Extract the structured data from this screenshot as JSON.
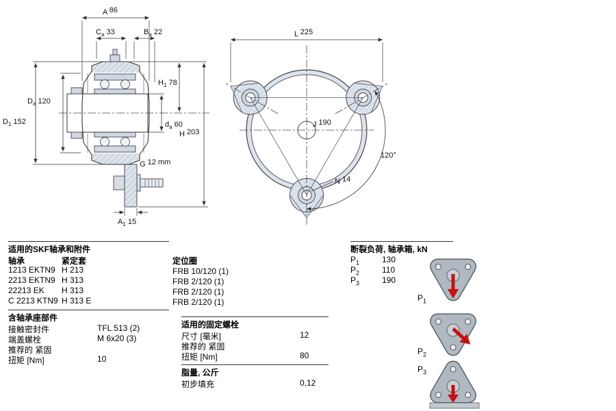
{
  "colors": {
    "metal_fill": "#dce3eb",
    "drawing_line": "#333333",
    "arrow_red": "#c41212",
    "icon_gray": "#b0b8c1"
  },
  "dims": {
    "A": {
      "letter": "A",
      "sub": "",
      "value": " 86"
    },
    "Ca": {
      "letter": "C",
      "sub": "a",
      "value": " 33"
    },
    "Ba": {
      "letter": "B",
      "sub": "a",
      "value": " 22"
    },
    "H1": {
      "letter": "H",
      "sub": "1",
      "value": " 78"
    },
    "Da": {
      "letter": "D",
      "sub": "a",
      "value": " 120"
    },
    "D1": {
      "letter": "D",
      "sub": "1",
      "value": " 152"
    },
    "da": {
      "letter": "d",
      "sub": "a",
      "value": " 60"
    },
    "H": {
      "letter": "H",
      "sub": "",
      "value": " 203"
    },
    "G": {
      "letter": "G",
      "sub": "",
      "value": " 12 mm"
    },
    "A1": {
      "letter": "A",
      "sub": "1",
      "value": " 15"
    },
    "L": {
      "letter": "L",
      "sub": "",
      "value": " 225"
    },
    "J": {
      "letter": "J",
      "sub": "",
      "value": " 190"
    },
    "N": {
      "letter": "N",
      "sub": "",
      "value": " 14"
    },
    "angle": "120°"
  },
  "tables": {
    "bearings": {
      "title": "适用的SKF轴承和附件",
      "col1": "轴承",
      "col2": "紧定套",
      "rows": [
        {
          "bearing": "1213 EKTN9",
          "sleeve": "H 213"
        },
        {
          "bearing": "2213 EKTN9",
          "sleeve": "H 313"
        },
        {
          "bearing": "22213 EK",
          "sleeve": "H 313"
        },
        {
          "bearing": "C 2213 KTN9",
          "sleeve": "H 313 E"
        }
      ]
    },
    "locating_rings": {
      "title": "定位圈",
      "rows": [
        "FRB 10/120  (1)",
        "FRB 2/120  (1)",
        "FRB 2/120  (1)",
        "FRB 2/120  (1)"
      ]
    },
    "housing_parts": {
      "title": "含轴承座部件",
      "rows": [
        {
          "label": "接触密封件",
          "value": "TFL 513  (2)"
        },
        {
          "label": "端盖螺栓",
          "value": "M 6x20  (3)"
        },
        {
          "label": "推荐的 紧固",
          "value": ""
        },
        {
          "label": "扭矩 [Nm]",
          "value": "10"
        }
      ]
    },
    "fixing_bolts": {
      "title": "适用的固定螺栓",
      "rows": [
        {
          "label": "尺寸 [毫米]",
          "value": "12"
        },
        {
          "label": "推荐的 紧固",
          "value": ""
        },
        {
          "label": "扭矩 [Nm]",
          "value": "80"
        }
      ]
    },
    "grease": {
      "title": "脂量, 公斤",
      "rows": [
        {
          "label": "初步填充",
          "value": "0,12"
        }
      ]
    },
    "breaking_loads": {
      "title": "断裂负荷, 轴承箱, kN",
      "rows": [
        {
          "label": "P",
          "sub": "1",
          "value": "130"
        },
        {
          "label": "P",
          "sub": "2",
          "value": "110"
        },
        {
          "label": "P",
          "sub": "3",
          "value": "190"
        }
      ]
    }
  },
  "load_icons": [
    {
      "label": "P",
      "sub": "1"
    },
    {
      "label": "P",
      "sub": "2"
    },
    {
      "label": "P",
      "sub": "3"
    }
  ]
}
